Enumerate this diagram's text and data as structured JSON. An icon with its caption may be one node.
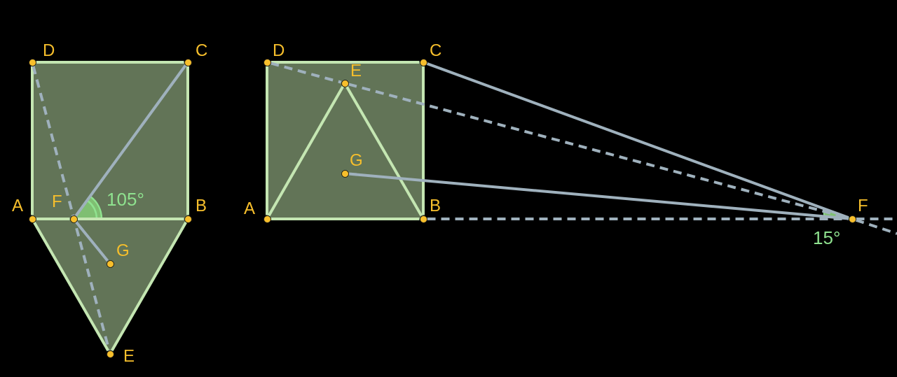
{
  "diagram": {
    "nodes": [
      {
        "text": [
          "D"
        ]
      },
      {
        "text": [
          "C"
        ]
      },
      {
        "text": [
          "A"
        ]
      },
      {
        "text": [
          "F"
        ]
      },
      {
        "text": [
          "B"
        ]
      },
      {
        "text": [
          "G"
        ]
      },
      {
        "text": [
          "E"
        ]
      },
      {
        "text": [
          "D"
        ]
      },
      {
        "text": [
          "C"
        ]
      },
      {
        "text": [
          "E"
        ]
      },
      {
        "text": [
          "G"
        ]
      },
      {
        "text": [
          "A"
        ]
      },
      {
        "text": [
          "B"
        ]
      },
      {
        "text": [
          "F"
        ]
      }
    ],
    "edges": [
      {
        "from": 2,
        "to": 3,
        "arrow": "none"
      },
      {
        "from": 3,
        "to": 4,
        "arrow": "none"
      },
      {
        "from": 4,
        "to": 1,
        "arrow": "none"
      },
      {
        "from": 1,
        "to": 0,
        "arrow": "none"
      },
      {
        "from": 0,
        "to": 2,
        "arrow": "none"
      },
      {
        "from": 2,
        "to": 6,
        "arrow": "none"
      },
      {
        "from": 4,
        "to": 6,
        "arrow": "none"
      },
      {
        "from": 3,
        "to": 1,
        "arrow": "none",
        "color": "#9fb1bd"
      },
      {
        "from": 3,
        "to": 5,
        "arrow": "none",
        "color": "#9fb1bd"
      },
      {
        "from": 0,
        "to": 6,
        "arrow": "none",
        "style": "dashed",
        "color": "#9fb1bd"
      },
      {
        "from": 11,
        "to": 12,
        "arrow": "none"
      },
      {
        "from": 12,
        "to": 8,
        "arrow": "none"
      },
      {
        "from": 8,
        "to": 7,
        "arrow": "none"
      },
      {
        "from": 7,
        "to": 11,
        "arrow": "none"
      },
      {
        "from": 11,
        "to": 9,
        "arrow": "none"
      },
      {
        "from": 12,
        "to": 9,
        "arrow": "none"
      },
      {
        "from": 7,
        "to": 9,
        "arrow": "none",
        "style": "dashed",
        "color": "#9fb1bd"
      },
      {
        "from": 9,
        "to": 13,
        "arrow": "none",
        "style": "dashed",
        "color": "#9fb1bd"
      },
      {
        "from": 8,
        "to": 13,
        "arrow": "none",
        "color": "#9fb1bd"
      },
      {
        "from": 10,
        "to": 13,
        "arrow": "none",
        "color": "#9fb1bd"
      },
      {
        "from": 12,
        "to": 13,
        "arrow": "none",
        "style": "dashed",
        "color": "#9fb1bd"
      },
      {
        "from": 13,
        "to": null,
        "arrow": "none",
        "style": "dashed",
        "color": "#9fb1bd"
      },
      {
        "from": 13,
        "to": null,
        "arrow": "none",
        "style": "dashed",
        "color": "#9fb1bd"
      }
    ],
    "labels": [
      "105°",
      "15°"
    ]
  }
}
